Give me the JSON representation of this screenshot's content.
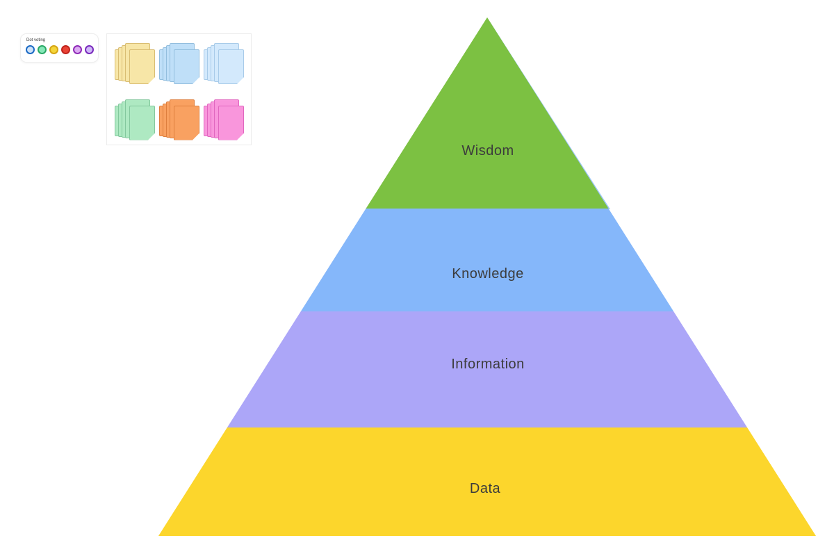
{
  "dot_voting": {
    "title": "Dot voting",
    "dots": [
      {
        "name": "blue",
        "ring": "#1b6ac5",
        "fill": "#cfe2f7"
      },
      {
        "name": "green",
        "ring": "#2aa866",
        "fill": "#86e7b8"
      },
      {
        "name": "yellow",
        "ring": "#d6a513",
        "fill": "#f4d53a"
      },
      {
        "name": "red",
        "ring": "#c0241d",
        "fill": "#ea4335"
      },
      {
        "name": "purple",
        "ring": "#8f2bb8",
        "fill": "#dcabf2"
      },
      {
        "name": "violet",
        "ring": "#7a2bbd",
        "fill": "#cfb8f7"
      }
    ]
  },
  "sticky_palette": {
    "stacks": [
      {
        "name": "yellow",
        "fill": "#f7e6a7",
        "border": "#d9bd72"
      },
      {
        "name": "blue",
        "fill": "#bfdff8",
        "border": "#92bede"
      },
      {
        "name": "light-blue",
        "fill": "#d3e9fc",
        "border": "#a8cbe9"
      },
      {
        "name": "green",
        "fill": "#aee9c2",
        "border": "#83c89d"
      },
      {
        "name": "orange",
        "fill": "#f9a161",
        "border": "#de7f3e"
      },
      {
        "name": "pink",
        "fill": "#f996dc",
        "border": "#e167c0"
      }
    ]
  },
  "pyramid": {
    "levels": [
      {
        "label": "Wisdom",
        "color": "#7cc142"
      },
      {
        "label": "Knowledge",
        "color": "#85b7fa"
      },
      {
        "label": "Information",
        "color": "#aca6f8"
      },
      {
        "label": "Data",
        "color": "#fcd62c"
      }
    ],
    "edge_highlight_color": "#9cc6f7",
    "text_color": "#3c3c3c"
  }
}
